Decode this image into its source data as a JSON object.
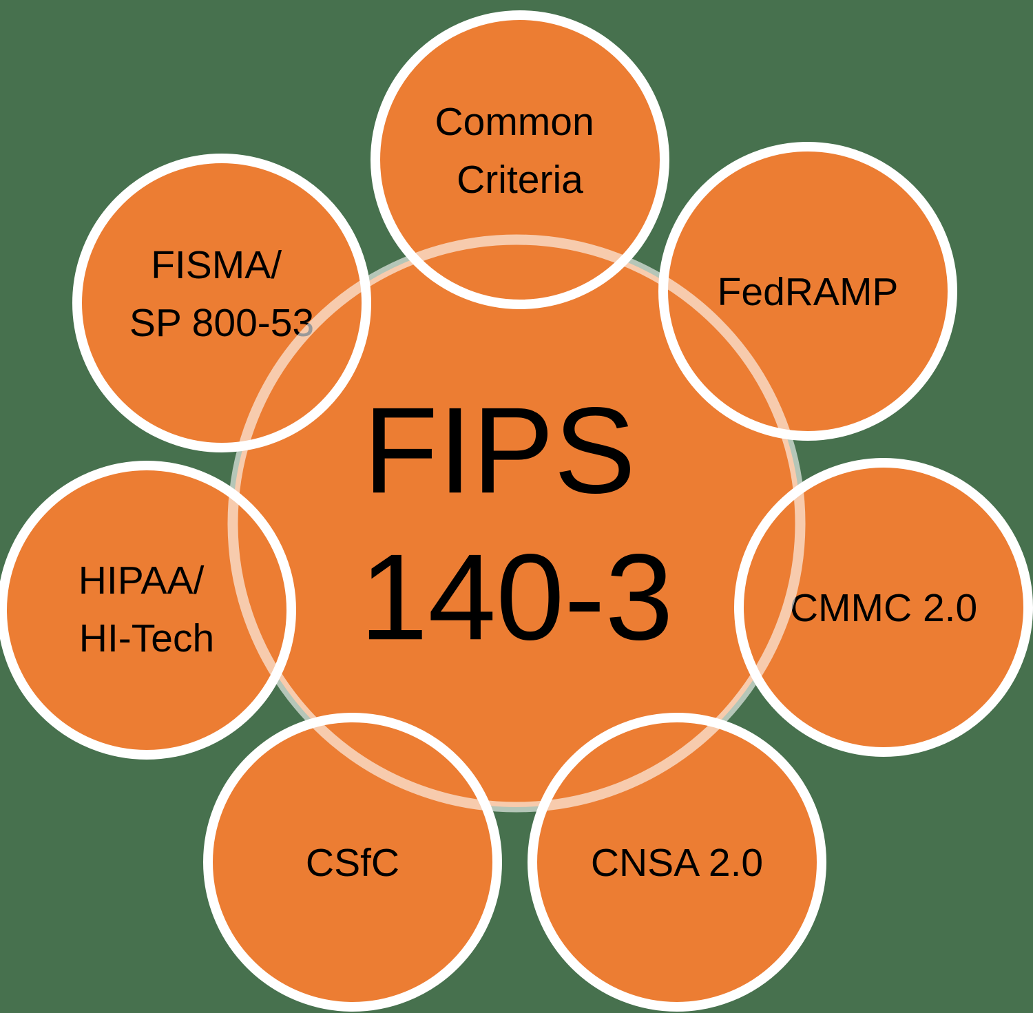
{
  "diagram": {
    "type": "radial-cycle",
    "description": "Central FIPS 140-3 circle surrounded by seven related security standards/programs",
    "center": {
      "id": "fips-140-3",
      "lines": [
        "FIPS",
        "140-3"
      ]
    },
    "satellites": [
      {
        "id": "common-criteria",
        "lines": [
          "Common",
          "Criteria"
        ]
      },
      {
        "id": "fedramp",
        "lines": [
          "FedRAMP"
        ]
      },
      {
        "id": "cmmc-2-0",
        "lines": [
          "CMMC 2.0"
        ]
      },
      {
        "id": "cnsa-2-0",
        "lines": [
          "CNSA 2.0"
        ]
      },
      {
        "id": "csfc",
        "lines": [
          "CSfC"
        ]
      },
      {
        "id": "hipaa-hi-tech",
        "lines": [
          "HIPAA/",
          "HI-Tech"
        ]
      },
      {
        "id": "fisma-sp-800-53",
        "lines": [
          "FISMA/",
          "SP 800-53"
        ]
      }
    ]
  },
  "colors": {
    "background": "#47714E",
    "circle_fill": "#EC7D33",
    "satellite_border": "#FFFFFF",
    "center_ring": "rgba(255,255,255,0.6)",
    "text": "#000000"
  }
}
